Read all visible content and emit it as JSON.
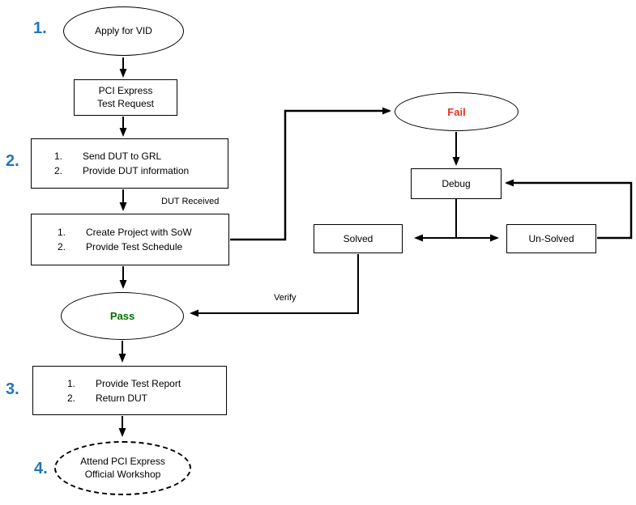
{
  "colors": {
    "step_number": "#1F76BC",
    "fail_text": "#E8301F",
    "pass_text": "#007000",
    "line": "#000000",
    "node_border": "#000000",
    "background": "#FFFFFF"
  },
  "step_numbers": [
    "1.",
    "2.",
    "3.",
    "4."
  ],
  "nodes": {
    "apply_vid": {
      "label": "Apply for VID"
    },
    "test_request": {
      "lines": [
        "PCI Express",
        "Test Request"
      ]
    },
    "send_dut": {
      "items": [
        {
          "num": "1.",
          "text": "Send DUT to GRL"
        },
        {
          "num": "2.",
          "text": "Provide DUT information"
        }
      ]
    },
    "create_project": {
      "items": [
        {
          "num": "1.",
          "text": "Create Project with SoW"
        },
        {
          "num": "2.",
          "text": "Provide Test Schedule"
        }
      ]
    },
    "fail": {
      "label": "Fail"
    },
    "debug": {
      "label": "Debug"
    },
    "solved": {
      "label": "Solved"
    },
    "unsolved": {
      "label": "Un-Solved"
    },
    "pass": {
      "label": "Pass"
    },
    "report": {
      "items": [
        {
          "num": "1.",
          "text": "Provide Test Report"
        },
        {
          "num": "2.",
          "text": "Return DUT"
        }
      ]
    },
    "workshop": {
      "lines": [
        "Attend PCI Express",
        "Official Workshop"
      ]
    }
  },
  "edge_labels": {
    "dut_received": "DUT Received",
    "verify": "Verify"
  }
}
